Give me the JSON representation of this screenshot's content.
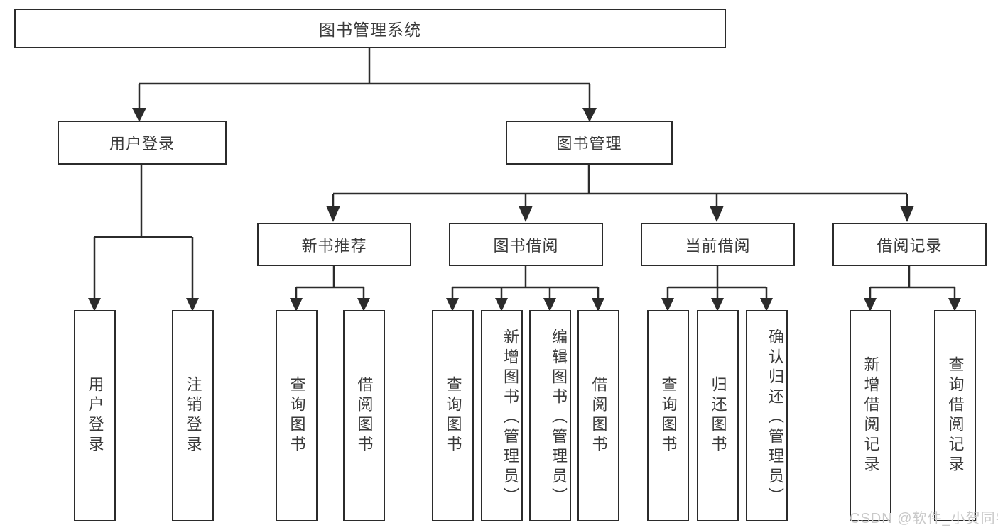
{
  "diagram": {
    "title": "图书管理系统",
    "type": "hierarchy-tree",
    "levels": 4,
    "root": {
      "id": "root",
      "label": "图书管理系统"
    },
    "level1": [
      {
        "id": "user-login",
        "label": "用户登录"
      },
      {
        "id": "book-management",
        "label": "图书管理"
      }
    ],
    "level2": [
      {
        "id": "new-book-recommend",
        "label": "新书推荐",
        "parent": "book-management"
      },
      {
        "id": "book-borrow",
        "label": "图书借阅",
        "parent": "book-management"
      },
      {
        "id": "current-borrow",
        "label": "当前借阅",
        "parent": "book-management"
      },
      {
        "id": "borrow-record",
        "label": "借阅记录",
        "parent": "book-management"
      }
    ],
    "leaves": [
      {
        "id": "leaf-user-login",
        "label": "用户登录",
        "parent": "user-login"
      },
      {
        "id": "leaf-logout-login",
        "label": "注销登录",
        "parent": "user-login"
      },
      {
        "id": "leaf-query-book-1",
        "label": "查询图书",
        "parent": "new-book-recommend"
      },
      {
        "id": "leaf-borrow-book-1",
        "label": "借阅图书",
        "parent": "new-book-recommend"
      },
      {
        "id": "leaf-query-book-2",
        "label": "查询图书",
        "parent": "book-borrow"
      },
      {
        "id": "leaf-add-book",
        "label": "新增图书（管理员）",
        "parent": "book-borrow"
      },
      {
        "id": "leaf-edit-book",
        "label": "编辑图书（管理员）",
        "parent": "book-borrow"
      },
      {
        "id": "leaf-borrow-book-2",
        "label": "借阅图书",
        "parent": "book-borrow"
      },
      {
        "id": "leaf-query-book-3",
        "label": "查询图书",
        "parent": "current-borrow"
      },
      {
        "id": "leaf-return-book",
        "label": "归还图书",
        "parent": "current-borrow"
      },
      {
        "id": "leaf-confirm-return",
        "label": "确认归还（管理员）",
        "parent": "current-borrow"
      },
      {
        "id": "leaf-add-record",
        "label": "新增借阅记录",
        "parent": "borrow-record"
      },
      {
        "id": "leaf-query-record",
        "label": "查询借阅记录",
        "parent": "borrow-record"
      }
    ],
    "watermark": "CSDN @软件_小贺同学",
    "colors": {
      "border": "#2b2b2b",
      "text": "#3a3a3a",
      "background": "#ffffff",
      "watermark": "#c9c9c9"
    }
  }
}
